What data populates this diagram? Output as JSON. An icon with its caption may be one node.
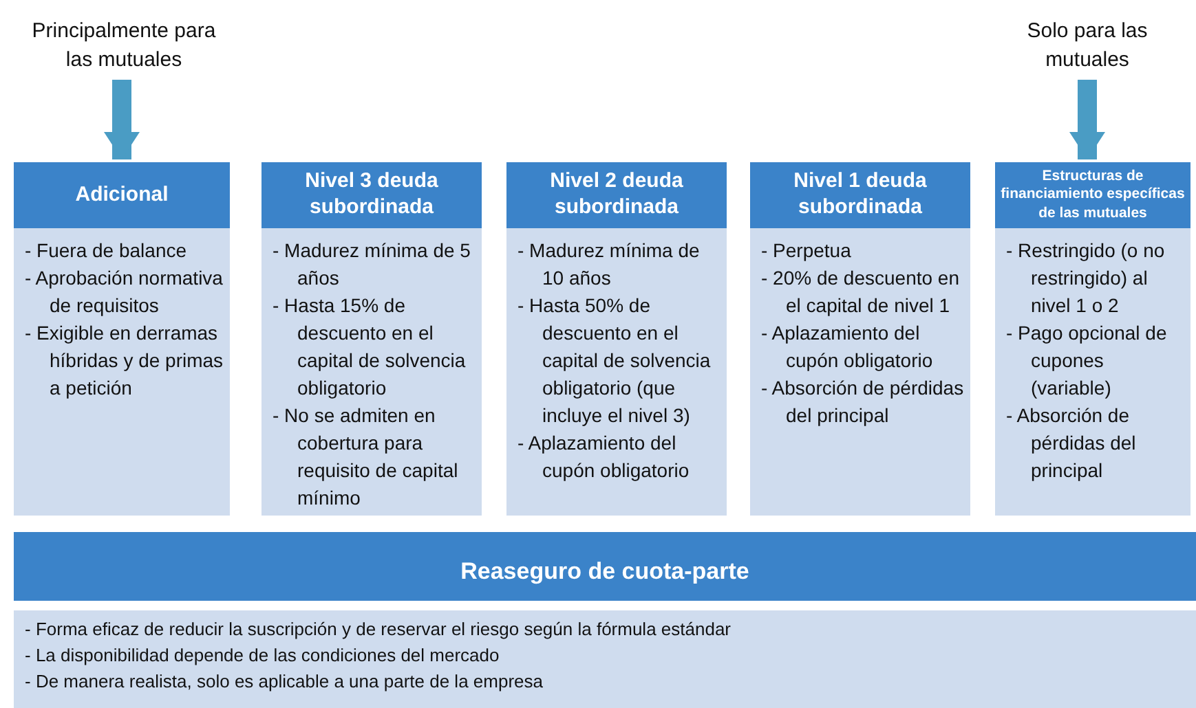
{
  "diagram": {
    "nodes": [
      {
        "text": [
          "Principalmente para las mutuales"
        ]
      },
      {
        "text": [
          "Solo para las mutuales"
        ]
      },
      {
        "text": [
          "Adicional",
          "- Fuera de balance",
          "- Aprobación normativa de requisitos",
          "- Exigible en derramas híbridas y de primas a petición"
        ]
      },
      {
        "text": [
          "Nivel 3 deuda subordinada",
          "- Madurez mínima de 5 años",
          "- Hasta 15% de descuento en el capital de solvencia obligatorio",
          "- No se admiten en cobertura para requisito de capital mínimo"
        ]
      },
      {
        "text": [
          "Nivel 2 deuda subordinada",
          "- Madurez mínima de 10 años",
          "- Hasta 50% de descuento en el capital de solvencia obligatorio (que incluye el nivel 3)",
          "- Aplazamiento del cupón obligatorio"
        ]
      },
      {
        "text": [
          "Nivel 1 deuda subordinada",
          "- Perpetua",
          "- 20% de descuento en el capital de nivel 1",
          "- Aplazamiento del cupón obligatorio",
          "- Absorción de pérdidas del principal"
        ]
      },
      {
        "text": [
          "Estructuras de financiamiento específicas de las mutuales",
          "- Restringido (o no restringido) al nivel 1 o 2",
          "- Pago opcional de cupones (variable)",
          "- Absorción de pérdidas del principal"
        ]
      },
      {
        "text": [
          "Reaseguro de cuota-parte",
          "- Forma eficaz de reducir la suscripción y de reservar el riesgo según la fórmula estándar",
          "- La disponibilidad depende de las condiciones del mercado",
          "- De manera realista, solo es aplicable a una parte de la empresa"
        ]
      }
    ],
    "edges": [
      {
        "from": 0,
        "to": 2,
        "arrow": "to"
      },
      {
        "from": 1,
        "to": 6,
        "arrow": "to"
      }
    ]
  }
}
